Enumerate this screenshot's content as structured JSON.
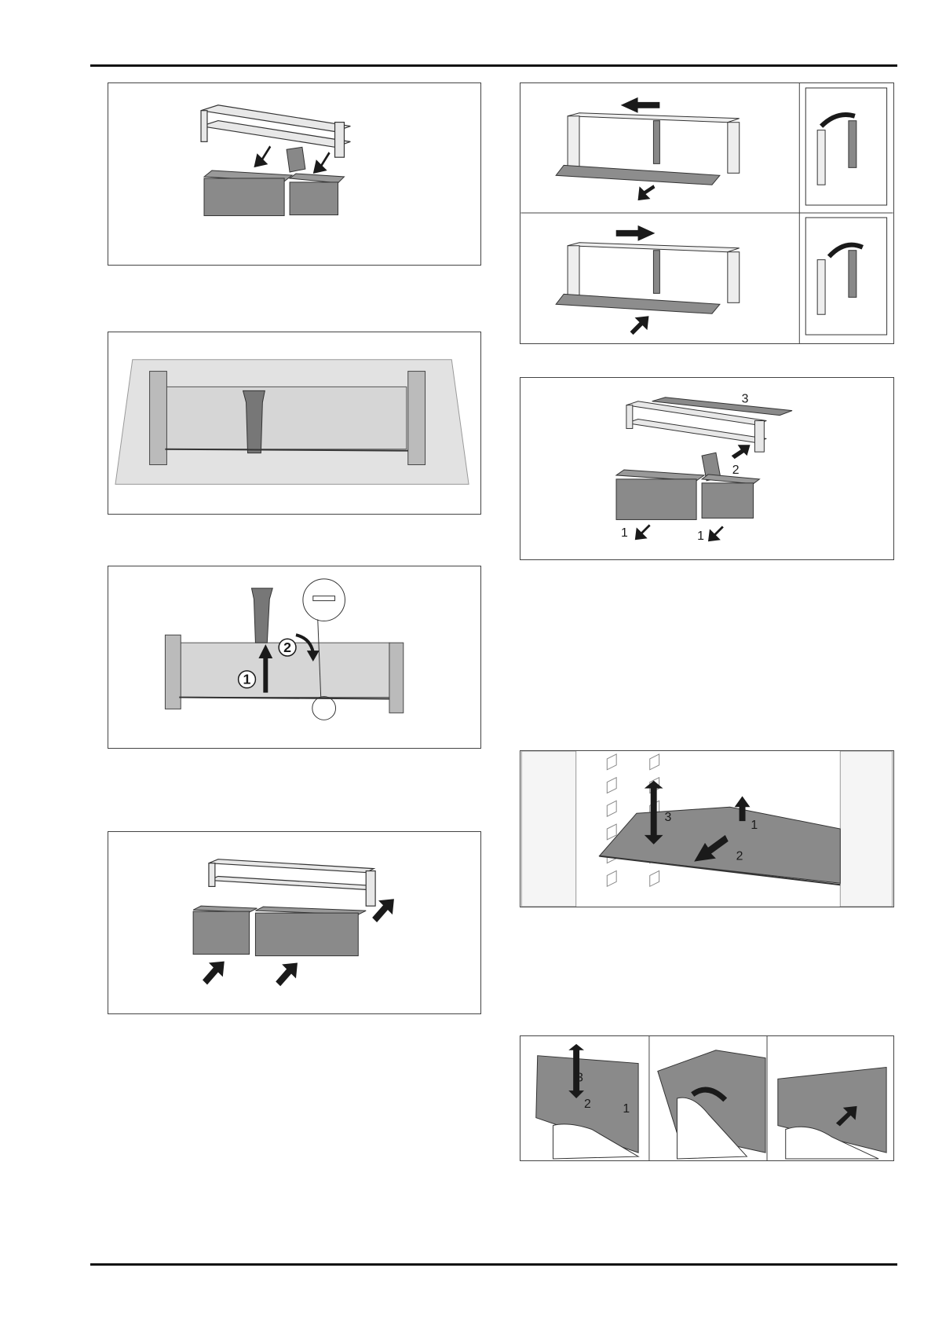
{
  "colors": {
    "rule": "#111111",
    "frame": "#444444",
    "part_dark": "#777777",
    "part_light": "#dcdcdc",
    "arrow": "#1a1a1a"
  },
  "fig_crisper_remove": {
    "icons": [
      "arrow-down-left-icon",
      "arrow-down-left-icon"
    ]
  },
  "fig_divider_insert": {
    "step1": "1",
    "step2": "2"
  },
  "fig_crisper_insert": {
    "icons": [
      "arrow-up-right-icon",
      "arrow-up-right-icon",
      "arrow-up-right-icon"
    ]
  },
  "fig_crisper_cover_remove": {
    "label_cover": "3",
    "label_divider": "2",
    "label_drawer_left": "1",
    "label_drawer_right": "1"
  },
  "fig_shelf_remove": {
    "step3": "3",
    "step1": "1",
    "step2": "2"
  },
  "fig_shelf_hands": {
    "step3": "3",
    "step2": "2",
    "step1": "1"
  }
}
